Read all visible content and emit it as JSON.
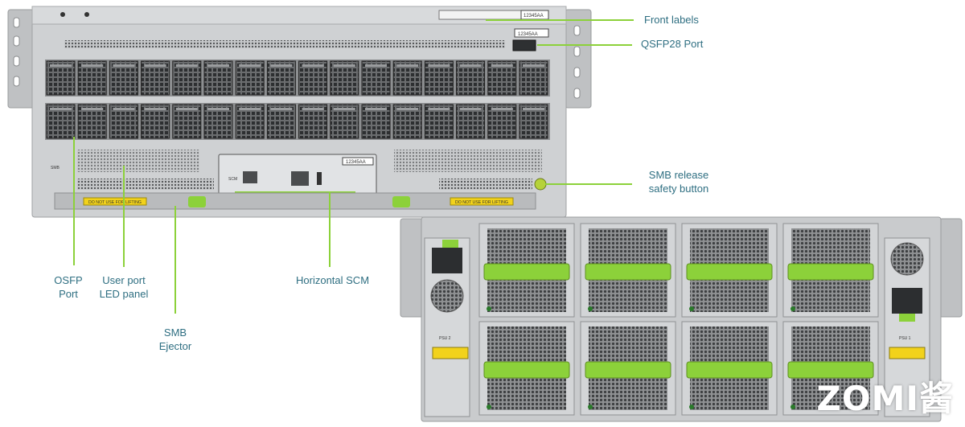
{
  "callouts": {
    "front_labels": "Front labels",
    "qsfp28_port": "QSFP28 Port",
    "smb_release_line1": "SMB release",
    "smb_release_line2": "safety button",
    "osfp_line1": "OSFP",
    "osfp_line2": "Port",
    "user_port_line1": "User port",
    "user_port_line2": "LED panel",
    "smb_ejector_line1": "SMB",
    "smb_ejector_line2": "Ejector",
    "horizontal_scm": "Horizontal SCM"
  },
  "device_labels": {
    "serial": "12345AA",
    "warning": "DO NOT USE FOR LIFTING",
    "scm_label": "SCM",
    "smb_label": "SMB",
    "psu2": "PSU 2",
    "psu1": "PSU 1"
  },
  "brand": "ZOMI酱",
  "colors": {
    "accent_green": "#8cd13a",
    "callout_text": "#2f6f82",
    "chassis_gray": "#c9cbcd",
    "warning_yellow": "#f2d21b"
  }
}
